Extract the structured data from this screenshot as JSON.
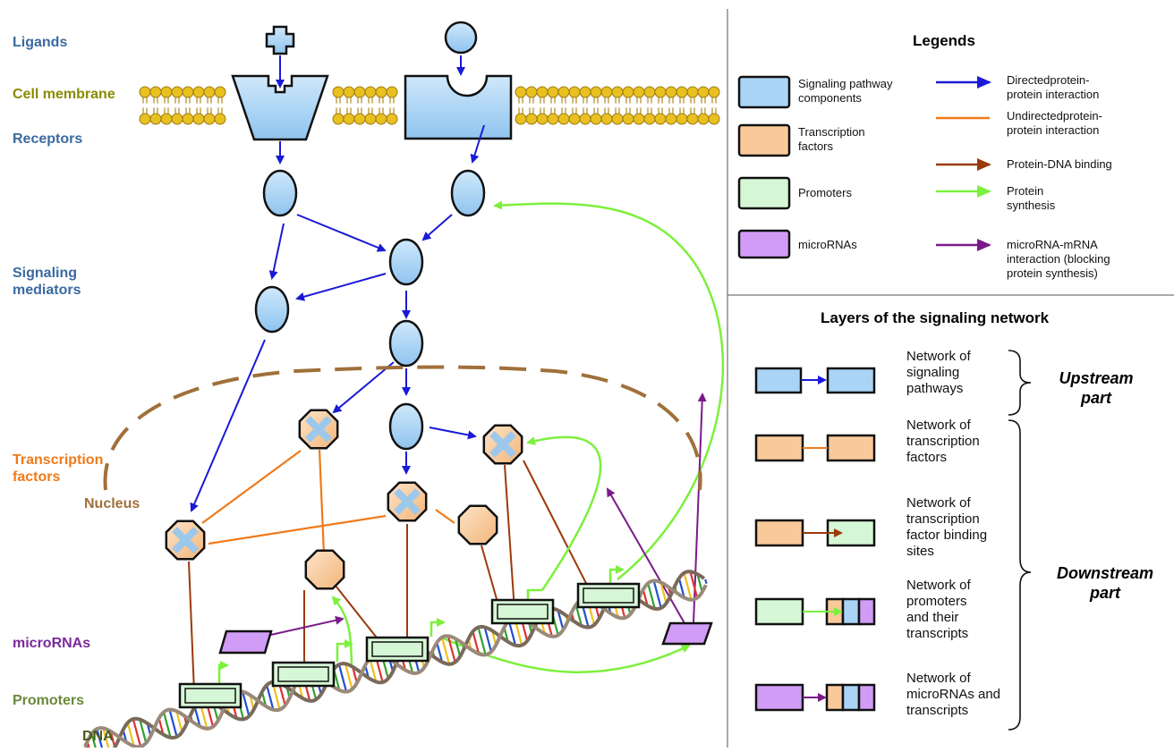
{
  "left_labels": {
    "ligands": "Ligands",
    "cell_membrane": "Cell membrane",
    "receptors": "Receptors",
    "signaling_mediators": "Signaling\nmediators",
    "transcription_factors": "Transcription\nfactors",
    "nucleus": "Nucleus",
    "micrornas": "microRNAs",
    "promoters": "Promoters",
    "dna": "DNA"
  },
  "legends": {
    "title": "Legends",
    "nodes": [
      {
        "label": "Signaling pathway\ncomponents"
      },
      {
        "label": "Transcription\nfactors"
      },
      {
        "label": "Promoters"
      },
      {
        "label": "microRNAs"
      }
    ],
    "edges": [
      {
        "label": "Directedprotein-\nprotein interaction"
      },
      {
        "label": "Undirectedprotein-\nprotein interaction"
      },
      {
        "label": "Protein-DNA binding"
      },
      {
        "label": "Protein\nsynthesis"
      },
      {
        "label": "microRNA-mRNA\ninteraction (blocking\nprotein synthesis)"
      }
    ]
  },
  "layers": {
    "title": "Layers of the signaling network",
    "rows": [
      {
        "label": "Network of\nsignaling\npathways"
      },
      {
        "label": "Network of\ntranscription\nfactors"
      },
      {
        "label": "Network of\ntranscription\nfactor binding\nsites"
      },
      {
        "label": "Network of\npromoters\nand their\ntranscripts"
      },
      {
        "label": "Network of\nmicroRNAs and\ntranscripts"
      }
    ],
    "upstream": "Upstream\npart",
    "downstream": "Downstream\npart"
  },
  "colors": {
    "signaling": "#a9d4f5",
    "tf": "#f9c99a",
    "promoter": "#d6f7d6",
    "microrna": "#d19cf5",
    "directed": "#1a1ad6",
    "undirected": "#f07a1a",
    "protein_dna": "#9a3a0a",
    "synthesis": "#7cf03c",
    "mirna_edge": "#7a1a8a",
    "label_blue": "#3a6aa0",
    "label_olive": "#8a8a00",
    "label_orange": "#f07a1a",
    "label_brown": "#a0703a",
    "label_purple": "#7a2a9a",
    "label_green": "#6a8a3a",
    "label_darkgreen": "#4a5a1a"
  }
}
